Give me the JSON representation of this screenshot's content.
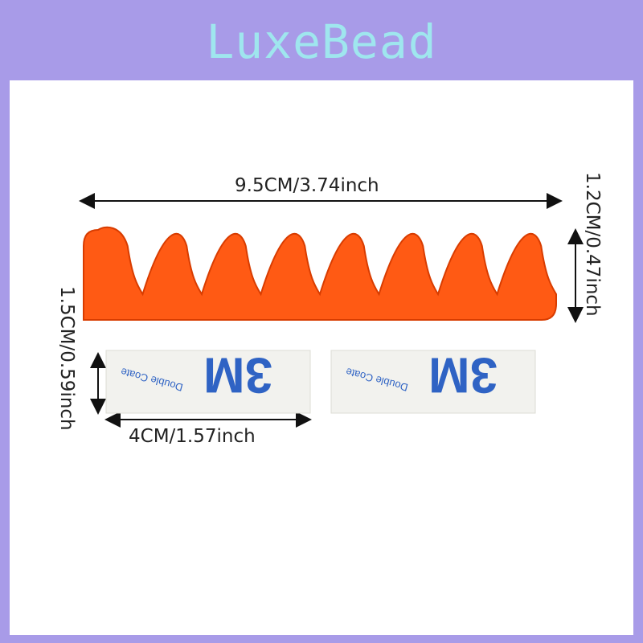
{
  "brand": "LuxeBead",
  "dimensions": {
    "length": "9.5CM/3.74inch",
    "height": "1.2CM/0.47inch",
    "tape_height": "1.5CM/0.59inch",
    "tape_length": "4CM/1.57inch"
  },
  "tape": {
    "logo_text": "3M",
    "print_text": "Double Coate"
  },
  "colors": {
    "background": "#a89be8",
    "brand_text": "#9fe6ee",
    "comb": "#ff5a14",
    "comb_shadow": "#d83c00",
    "tape_logo": "#2f63c4"
  }
}
